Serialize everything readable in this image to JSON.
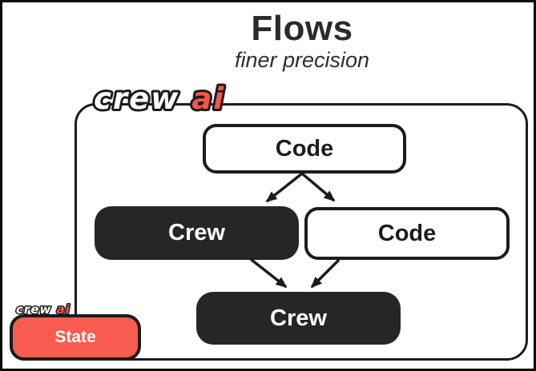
{
  "page": {
    "title": "Flows",
    "subtitle": "finer precision"
  },
  "brand": {
    "name_left": "crew",
    "name_right": "ai"
  },
  "diagram": {
    "nodes": {
      "code_top": "Code",
      "crew_mid": "Crew",
      "code_mid": "Code",
      "crew_bottom": "Crew"
    },
    "state": {
      "label": "State"
    },
    "edges": [
      {
        "from": "code_top",
        "to": "crew_mid"
      },
      {
        "from": "code_top",
        "to": "code_mid"
      },
      {
        "from": "crew_mid",
        "to": "crew_bottom"
      },
      {
        "from": "code_mid",
        "to": "crew_bottom"
      }
    ]
  },
  "colors": {
    "accent_red": "#F85B50",
    "node_dark": "#262626",
    "ink": "#1C1C1C",
    "background": "#FFFFFF"
  }
}
